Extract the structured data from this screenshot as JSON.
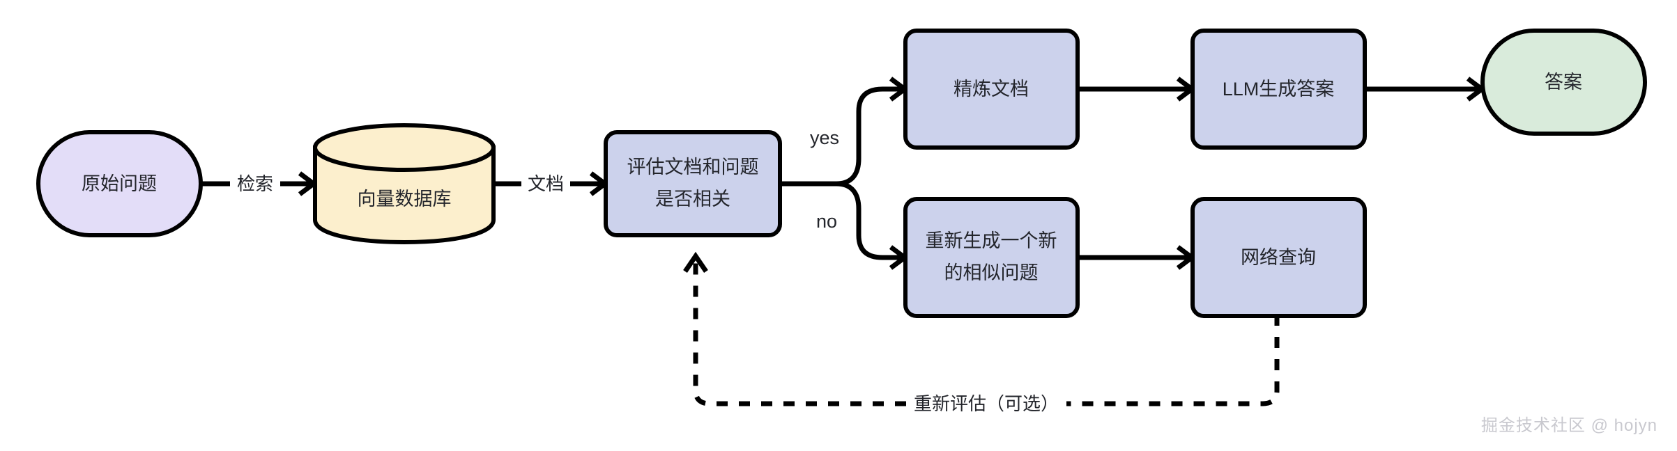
{
  "diagram": {
    "type": "flowchart",
    "orientation": "left-to-right",
    "title": "Self-RAG / CRAG retrieval evaluation flow",
    "background_color": "#ffffff",
    "palette": {
      "purple_fill": "#e3ddf8",
      "yellow_fill": "#fcefcd",
      "blue_fill": "#ccd2ec",
      "green_fill": "#d9ebdb",
      "stroke": "#000000",
      "text": "#23252b",
      "watermark_text": "#c9c9cf"
    },
    "nodes": [
      {
        "id": "original-question",
        "label": "原始问题",
        "shape": "stadium",
        "fill": "#e3ddf8"
      },
      {
        "id": "vector-database",
        "label": "向量数据库",
        "shape": "cylinder",
        "fill": "#fcefcd"
      },
      {
        "id": "evaluate-relevance",
        "label": "评估文档和问题是否相关",
        "label_lines": [
          "评估文档和问题",
          "是否相关"
        ],
        "shape": "rounded-rect",
        "fill": "#ccd2ec"
      },
      {
        "id": "refine-document",
        "label": "精炼文档",
        "shape": "rounded-rect",
        "fill": "#ccd2ec"
      },
      {
        "id": "llm-generate-answer",
        "label": "LLM生成答案",
        "shape": "rounded-rect",
        "fill": "#ccd2ec"
      },
      {
        "id": "answer",
        "label": "答案",
        "shape": "stadium",
        "fill": "#d9ebdb"
      },
      {
        "id": "regenerate-similar-question",
        "label": "重新生成一个新的相似问题",
        "label_lines": [
          "重新生成一个新",
          "的相似问题"
        ],
        "shape": "rounded-rect",
        "fill": "#ccd2ec"
      },
      {
        "id": "web-search",
        "label": "网络查询",
        "shape": "rounded-rect",
        "fill": "#ccd2ec"
      }
    ],
    "edges": [
      {
        "id": "edge-question-to-db",
        "from": "original-question",
        "to": "vector-database",
        "label": "检索",
        "style": "solid",
        "arrow": true
      },
      {
        "id": "edge-db-to-evaluate",
        "from": "vector-database",
        "to": "evaluate-relevance",
        "label": "文档",
        "style": "solid",
        "arrow": true
      },
      {
        "id": "edge-evaluate-yes",
        "from": "evaluate-relevance",
        "to": "refine-document",
        "label": "yes",
        "style": "solid",
        "arrow": true
      },
      {
        "id": "edge-evaluate-no",
        "from": "evaluate-relevance",
        "to": "regenerate-similar-question",
        "label": "no",
        "style": "solid",
        "arrow": true
      },
      {
        "id": "edge-refine-to-llm",
        "from": "refine-document",
        "to": "llm-generate-answer",
        "label": "",
        "style": "solid",
        "arrow": true
      },
      {
        "id": "edge-llm-to-answer",
        "from": "llm-generate-answer",
        "to": "answer",
        "label": "",
        "style": "solid",
        "arrow": true
      },
      {
        "id": "edge-regenerate-to-web",
        "from": "regenerate-similar-question",
        "to": "web-search",
        "label": "",
        "style": "solid",
        "arrow": true
      },
      {
        "id": "edge-web-to-evaluate",
        "from": "web-search",
        "to": "evaluate-relevance",
        "label": "重新评估（可选）",
        "style": "dashed",
        "arrow": true
      }
    ]
  },
  "watermark": {
    "text": "掘金技术社区 @ hojyn"
  }
}
